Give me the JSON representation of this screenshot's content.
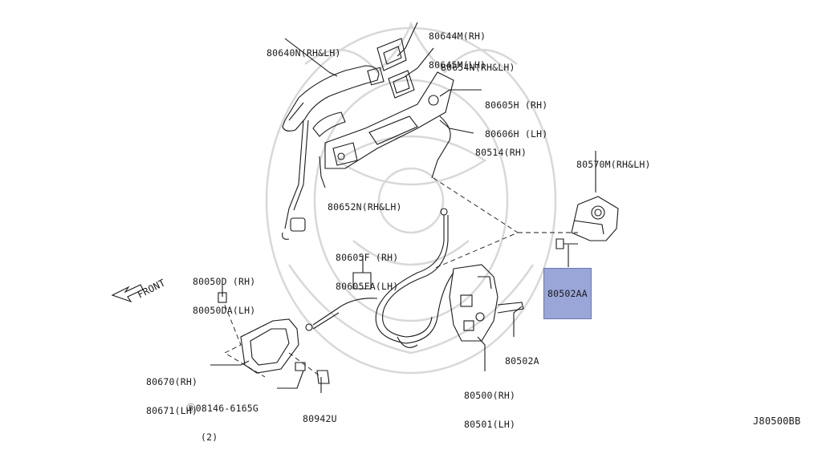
{
  "diagram": {
    "drawing_id": "J80500BB",
    "front_label": "FRONT",
    "colors": {
      "highlight": "#9aa6d8",
      "line": "#1a1a1a",
      "watermark": "#d8d8d8"
    },
    "callouts": [
      {
        "id": "p80640n",
        "lines": [
          "80640N(RH&LH)"
        ]
      },
      {
        "id": "p80644m",
        "lines": [
          "80644M(RH)",
          "80645M(LH)"
        ]
      },
      {
        "id": "p80654n",
        "lines": [
          "80654N(RH&LH)"
        ]
      },
      {
        "id": "p80605h",
        "lines": [
          "80605H (RH)",
          "80606H (LH)"
        ]
      },
      {
        "id": "p80514",
        "lines": [
          "80514(RH)"
        ]
      },
      {
        "id": "p80570m",
        "lines": [
          "80570M(RH&LH)"
        ]
      },
      {
        "id": "p80652n",
        "lines": [
          "80652N(RH&LH)"
        ]
      },
      {
        "id": "p80605f",
        "lines": [
          "80605F (RH)",
          "80605FA(LH)"
        ]
      },
      {
        "id": "p80502aa",
        "lines": [
          "80502AA"
        ],
        "highlighted": true
      },
      {
        "id": "p80050d",
        "lines": [
          "80050D (RH)",
          "80050DA(LH)"
        ]
      },
      {
        "id": "p80502a",
        "lines": [
          "80502A"
        ]
      },
      {
        "id": "p80670",
        "lines": [
          "80670(RH)",
          "80671(LH)"
        ]
      },
      {
        "id": "p80500",
        "lines": [
          "80500(RH)",
          "80501(LH)"
        ]
      },
      {
        "id": "p08146",
        "lines": [
          "Ⓑ08146-6165G",
          "(2)"
        ]
      },
      {
        "id": "p80942u",
        "lines": [
          "80942U"
        ]
      }
    ]
  }
}
